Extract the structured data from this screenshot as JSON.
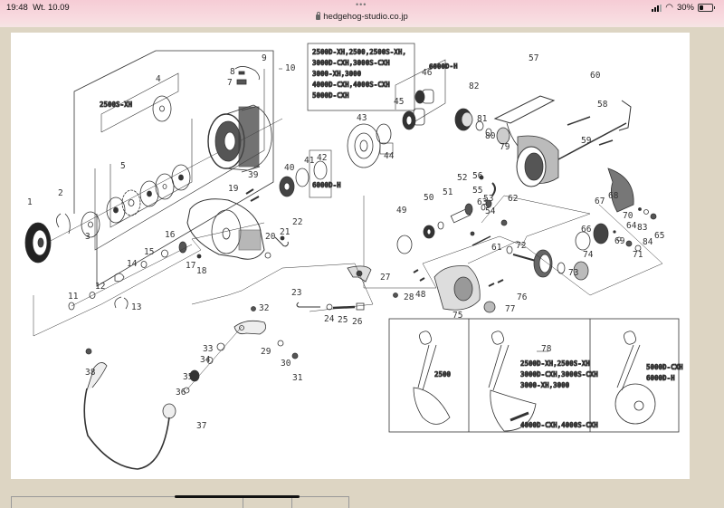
{
  "status_bar": {
    "time": "19:48",
    "date": "Wt. 10.09",
    "more_dots": "•••",
    "url": "hedgehog-studio.co.jp",
    "battery_percent_label": "30%",
    "battery_level": 0.3,
    "icons": [
      "signal-icon",
      "wifi-icon",
      "battery-icon",
      "lock-icon"
    ]
  },
  "diagram": {
    "title": "Spinning reel exploded parts diagram",
    "part_numbers": [
      "1",
      "2",
      "3",
      "4",
      "5",
      "7",
      "8",
      "9",
      "10",
      "11",
      "12",
      "13",
      "14",
      "15",
      "16",
      "17",
      "18",
      "19",
      "20",
      "21",
      "22",
      "23",
      "24",
      "25",
      "26",
      "27",
      "28",
      "29",
      "30",
      "31",
      "32",
      "33",
      "34",
      "35",
      "36",
      "37",
      "38",
      "39",
      "40",
      "41",
      "42",
      "43",
      "44",
      "45",
      "46",
      "48",
      "49",
      "50",
      "51",
      "52",
      "53",
      "54",
      "55",
      "56",
      "57",
      "58",
      "59",
      "60",
      "61",
      "62",
      "63",
      "64",
      "65",
      "66",
      "67",
      "68",
      "69",
      "70",
      "71",
      "72",
      "73",
      "74",
      "75",
      "76",
      "77",
      "78",
      "79",
      "80",
      "81",
      "82",
      "83",
      "84"
    ],
    "callouts": {
      "spool_variant": "2500S-XH",
      "model_list": [
        "2500D-XH,2500,2500S-XH,",
        "3000D-CXH,3000S-CXH",
        "3000-XH,3000",
        "4000D-CXH,4000S-CXH",
        "5000D-CXH"
      ],
      "variant_6000": "6000D-H",
      "variant_6000_b": "6000D-H"
    },
    "handle_box": {
      "left_label": "2500",
      "middle_labels": [
        "2500D-XH,2500S-XH",
        "3000D-CXH,3000S-CXH",
        "3000-XH,3000"
      ],
      "middle_bottom_label": "4000D-CXH,4000S-CXH",
      "right_labels": [
        "5000D-CXH",
        "6000D-H"
      ],
      "part_ref": "78"
    }
  },
  "colors": {
    "status_bar_bg": "#f6ccd5",
    "page_bg": "#ddd5c3",
    "panel_bg": "#ffffff",
    "line": "#333333"
  }
}
